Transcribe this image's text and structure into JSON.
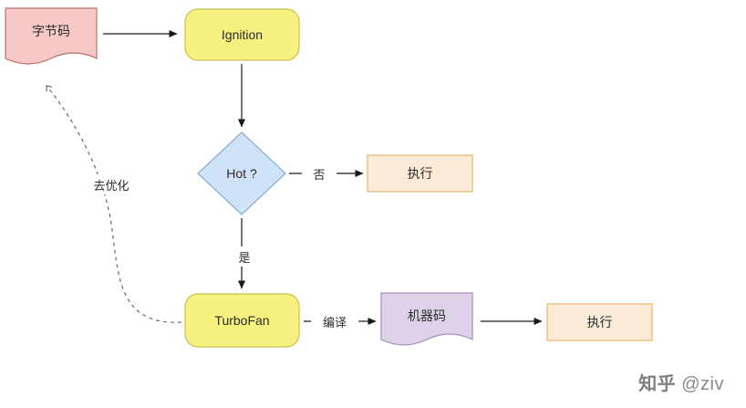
{
  "diagram": {
    "nodes": {
      "bytecode": "字节码",
      "ignition": "Ignition",
      "hot": "Hot ?",
      "execute_no": "执行",
      "turbofan": "TurboFan",
      "machine_code": "机器码",
      "execute_final": "执行"
    },
    "edge_labels": {
      "no": "否",
      "yes": "是",
      "compile": "编译",
      "deoptimize": "去优化"
    },
    "colors": {
      "bytecode_fill": "#f6c9c6",
      "bytecode_stroke": "#b87070",
      "process_fill": "#f7f180",
      "process_stroke": "#cdbf54",
      "decision_fill": "#d0e2f8",
      "decision_stroke": "#8bacd6",
      "terminal_fill": "#fcecd7",
      "terminal_stroke": "#e8b66d",
      "machine_fill": "#ded2e9",
      "machine_stroke": "#a491bd",
      "arrow": "#1a1a1a",
      "dashed": "#6b6b6b"
    }
  },
  "watermark": {
    "brand": "知乎",
    "handle": "@ziv"
  }
}
